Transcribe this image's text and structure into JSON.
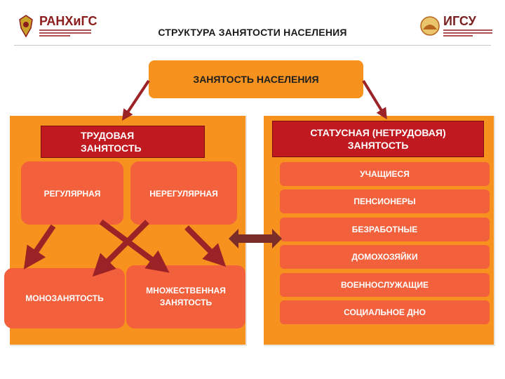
{
  "header": {
    "title": "СТРУКТУРА ЗАНЯТОСТИ НАСЕЛЕНИЯ",
    "logo_left": "РАНХиГС",
    "logo_right": "ИГСУ"
  },
  "diagram": {
    "root": "ЗАНЯТОСТЬ НАСЕЛЕНИЯ",
    "labor": {
      "title": "ТРУДОВАЯ ЗАНЯТОСТЬ",
      "regular": "РЕГУЛЯРНАЯ",
      "irregular": "НЕРЕГУЛЯРНАЯ",
      "mono": "МОНОЗАНЯТОСТЬ",
      "multiple": "МНОЖЕСТВЕННАЯ ЗАНЯТОСТЬ"
    },
    "status": {
      "title": "СТАТУСНАЯ (НЕТРУДОВАЯ) ЗАНЯТОСТЬ",
      "items": [
        "УЧАЩИЕСЯ",
        "ПЕНСИОНЕРЫ",
        "БЕЗРАБОТНЫЕ",
        "ДОМОХОЗЯЙКИ",
        "ВОЕННОСЛУЖАЩИЕ",
        "СОЦИАЛЬНОЕ ДНО"
      ]
    }
  },
  "colors": {
    "orange": "#f7921e",
    "dark_red": "#c0191f",
    "salmon": "#f2603c",
    "arrow": "#9b2226"
  }
}
